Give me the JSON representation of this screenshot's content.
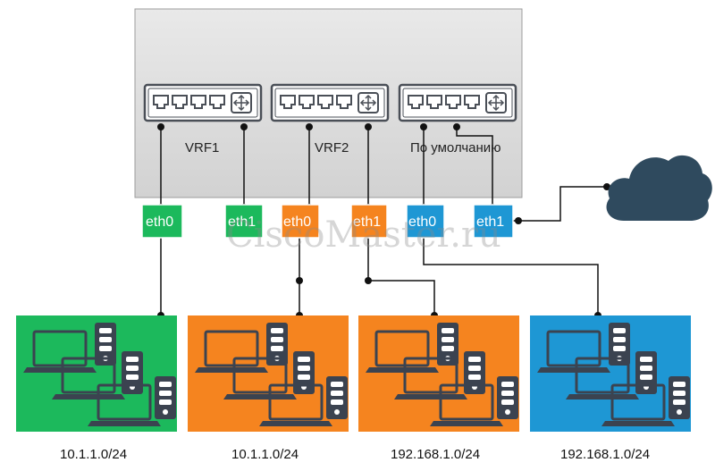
{
  "colors": {
    "green": "#1cb95c",
    "orange": "#f5841f",
    "blue": "#1e97d4",
    "cloud": "#2f4a5e",
    "device": "#3b4350"
  },
  "router": {
    "vrfs": [
      {
        "label": "VRF1"
      },
      {
        "label": "VRF2"
      },
      {
        "label": "По умолчанию"
      }
    ]
  },
  "ports": [
    {
      "label": "eth0",
      "color": "green"
    },
    {
      "label": "eth1",
      "color": "green"
    },
    {
      "label": "eth0",
      "color": "orange"
    },
    {
      "label": "eth1",
      "color": "orange"
    },
    {
      "label": "eth0",
      "color": "blue"
    },
    {
      "label": "eth1",
      "color": "blue"
    }
  ],
  "networks": [
    {
      "subnet": "10.1.1.0/24",
      "color": "green"
    },
    {
      "subnet": "10.1.1.0/24",
      "color": "orange"
    },
    {
      "subnet": "192.168.1.0/24",
      "color": "orange"
    },
    {
      "subnet": "192.168.1.0/24",
      "color": "blue"
    }
  ],
  "cloud": {
    "icon": "cloud-icon"
  },
  "watermark": "CiscoMaster.ru"
}
